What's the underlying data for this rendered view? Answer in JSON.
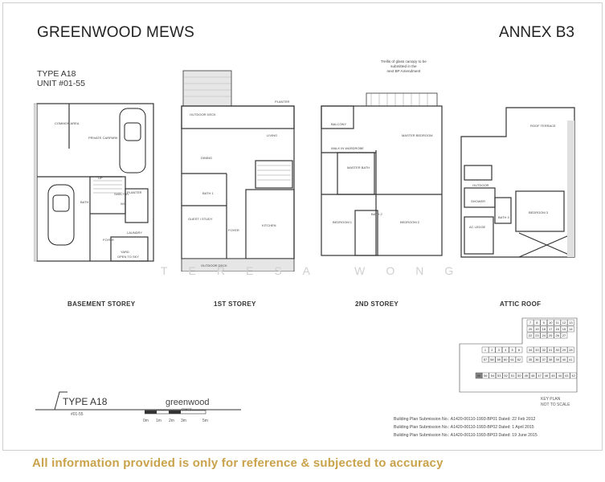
{
  "header": {
    "project": "GREENWOOD MEWS",
    "annex": "ANNEX B3"
  },
  "unit_type": {
    "type": "TYPE A18",
    "unit": "UNIT #01-55"
  },
  "plans": [
    {
      "caption": "BASEMENT STOREY",
      "labels": [
        "COMMON AREA",
        "PRIVATE CARPARK",
        "WC",
        "BATH",
        "UP",
        "LAUNDRY",
        "FOYER",
        "YARD",
        "OPEN TO SKY",
        "SHELTER",
        "PLANTER"
      ]
    },
    {
      "caption": "1ST STOREY",
      "labels": [
        "OUTDOOR DECK",
        "PLANTER",
        "LIVING",
        "DINING",
        "BATH 1",
        "GUEST / STUDY",
        "FOYER",
        "KITCHEN",
        "OUTDOOR DECK"
      ]
    },
    {
      "caption": "2ND STOREY",
      "labels": [
        "BALCONY",
        "MASTER BEDROOM",
        "WALK IN WARDROBE",
        "MASTER BATH",
        "BATH 2",
        "BEDROOM 1",
        "BEDROOM 2"
      ]
    },
    {
      "caption": "ATTIC ROOF",
      "labels": [
        "ROOF TERRACE",
        "OUTDOOR",
        "BATH 3",
        "SHOWER",
        "BEDROOM 3",
        "AC LEDGE"
      ]
    }
  ],
  "canopy_note": [
    "Trellis of glass canopy to be",
    "submitted in the",
    "next BP Amendment"
  ],
  "watermark": "TERESA WONG",
  "footer": {
    "type": "TYPE A18",
    "unit": "#01-55",
    "brand": "greenwood",
    "brand_sub": "mews",
    "scale_labels": [
      "0m",
      "1m",
      "2m",
      "3m",
      "5m"
    ],
    "key_plan": "KEY PLAN",
    "not_to_scale": "NOT TO SCALE",
    "key_plan_units": [
      [
        "7",
        "8",
        "9",
        "10",
        "11",
        "12",
        "13"
      ],
      [
        "20",
        "19",
        "18",
        "17",
        "16",
        "15",
        "14"
      ],
      [
        "22",
        "23",
        "24",
        "25",
        "26",
        "27"
      ],
      [
        "1",
        "2",
        "3",
        "4",
        "5",
        "6"
      ],
      [
        "34",
        "33",
        "32",
        "31",
        "30",
        "29",
        "28"
      ],
      [
        "57",
        "58",
        "59",
        "60",
        "61",
        "62"
      ],
      [
        "35",
        "36",
        "37",
        "38",
        "39",
        "40",
        "41"
      ],
      [
        "55",
        "56",
        "54",
        "53",
        "52",
        "51",
        "50",
        "49",
        "48",
        "47",
        "46",
        "45",
        "44",
        "43",
        "42"
      ]
    ],
    "building_plans": [
      "Building Plan Submission No.: A1420-00110-1993-BP01 Dated: 22 Feb 2012",
      "Building Plan Submission No.: A1420-00110-1993-BP02 Dated: 1 April 2015",
      "Building Plan Submission No.: A1420-00110-1993-BP03 Dated: 19 June 2015"
    ]
  },
  "disclaimer": "All information provided is only for reference & subjected to accuracy"
}
